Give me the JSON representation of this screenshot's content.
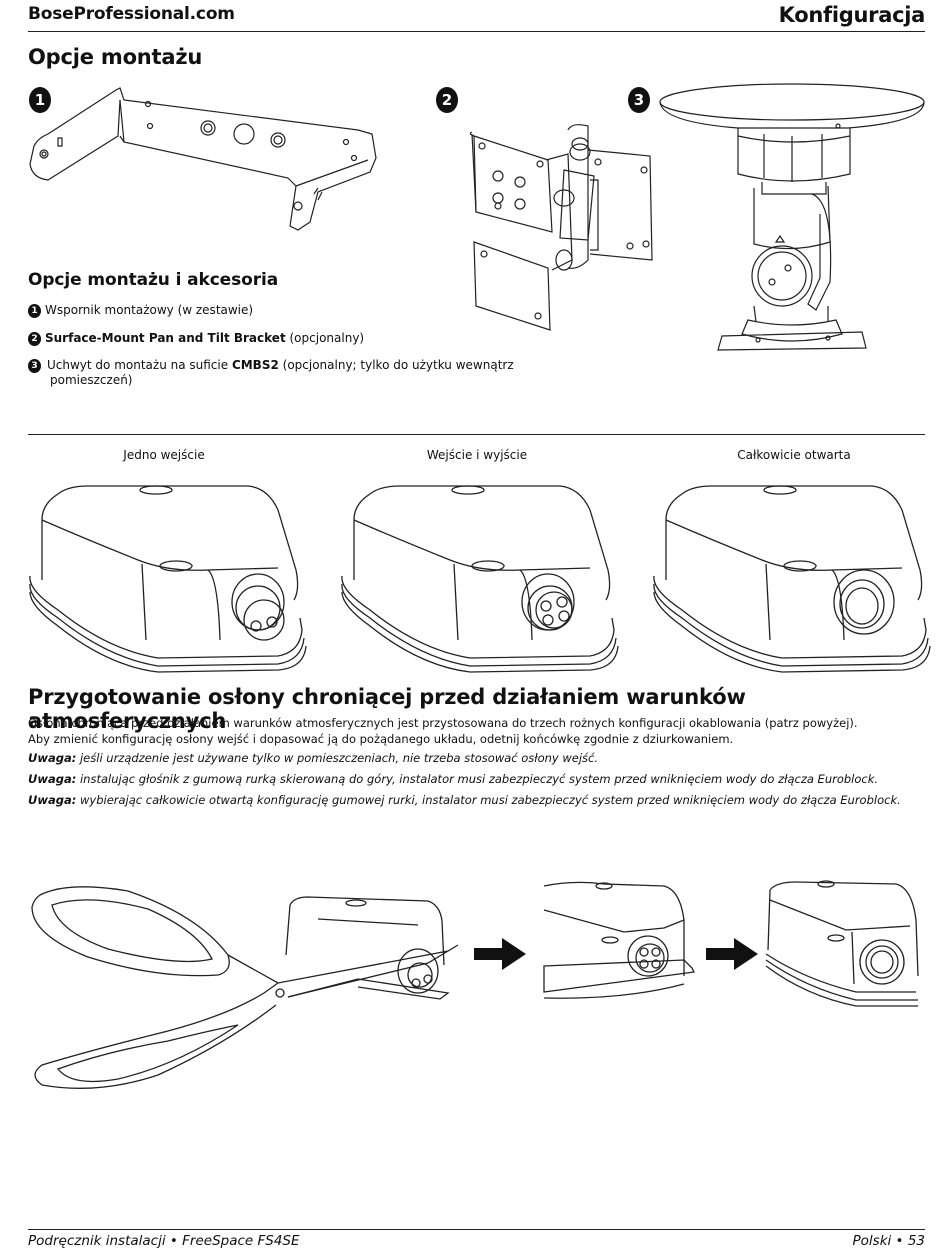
{
  "header": {
    "site": "BoseProfessional.com",
    "section": "Konfiguracja"
  },
  "mounting": {
    "title": "Opcje montażu",
    "figure_numbers": [
      "1",
      "2",
      "3"
    ],
    "subtitle": "Opcje montażu i akcesoria",
    "items": [
      {
        "num": "1",
        "bold": "",
        "text": "Wspornik montażowy (w zestawie)"
      },
      {
        "num": "2",
        "bold": "Surface-Mount Pan and Tilt Bracket",
        "text": " (opcjonalny)"
      },
      {
        "num": "3",
        "pre": "Uchwyt do montażu na suficie ",
        "bold": "CMBS2",
        "text": " (opcjonalny; tylko do użytku wewnątrz",
        "text2": "pomieszczeń)"
      }
    ]
  },
  "covers": {
    "captions": [
      "Jedno wejście",
      "Wejście i wyjście",
      "Całkowicie otwarta"
    ]
  },
  "weather": {
    "title": "Przygotowanie osłony chroniącej przed działaniem warunków atmosferycznych",
    "body1": "Osłona chroniąca przed działaniem warunków atmosferycznych jest przystosowana do trzech rożnych konfiguracji okablowania (patrz powyżej).",
    "body2": "Aby zmienić konfigurację osłony wejść i dopasować ją do pożądanego układu, odetnij końcówkę zgodnie z dziurkowaniem.",
    "notes": [
      {
        "label": "Uwaga:",
        "text": " jeśli urządzenie jest używane tylko w pomieszczeniach, nie trzeba stosować osłony wejść."
      },
      {
        "label": "Uwaga:",
        "text": " instalując głośnik z gumową rurką skierowaną do góry, instalator musi zabezpieczyć system przed wniknięciem wody do złącza Euroblock."
      },
      {
        "label": "Uwaga:",
        "text": " wybierając całkowicie otwartą konfigurację gumowej rurki, instalator musi zabezpieczyć system przed wniknięciem wody do złącza Euroblock."
      }
    ]
  },
  "footer": {
    "left": "Podręcznik instalacji • FreeSpace FS4SE",
    "right": "Polski • 53"
  }
}
